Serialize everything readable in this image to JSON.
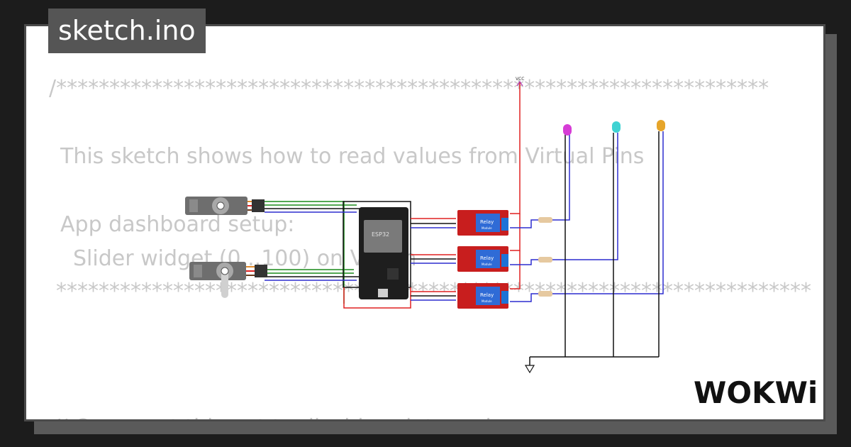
{
  "window": {
    "title": "sketch.ino"
  },
  "code_lines": [
    "/*******************************************************************",
    "This sketch shows how to read values from Virtual Pins",
    "App dashboard setup:",
    "Slider widget (0...100) on V1 Pin",
    "***********************************************************************",
    "// Comment this out to disable prints and save space"
  ],
  "circuit": {
    "esp32_label": "ESP32",
    "relay_label": "Relay",
    "relay_sub": "Module",
    "vcc_label": "VCC",
    "led_colors": [
      "#d63cd6",
      "#3fd2d2",
      "#e6a52a"
    ],
    "wire_colors": {
      "signal": "#2d2dcf",
      "power": "#e02020",
      "ground": "#111111",
      "servo": "#1a8a1a"
    }
  },
  "brand": {
    "logo_text": "WOKWi"
  }
}
